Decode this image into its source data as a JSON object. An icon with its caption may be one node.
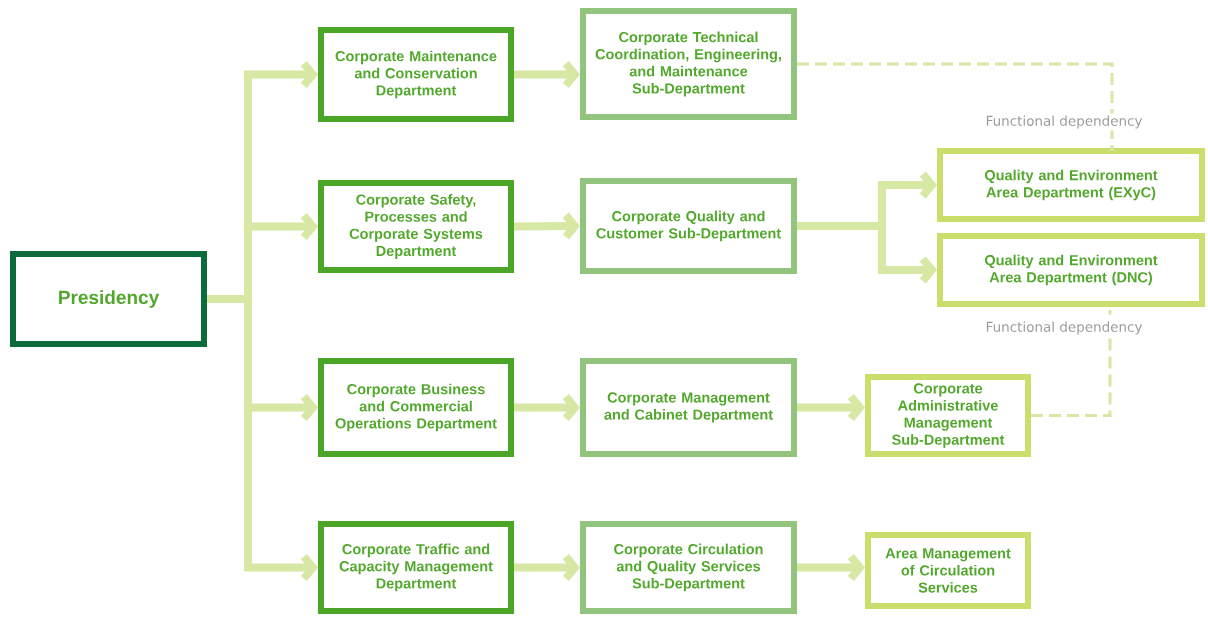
{
  "diagram": {
    "nodes": [
      {
        "text": [
          "Presidency"
        ]
      },
      {
        "text": [
          "Corporate Maintenance and Conservation Department"
        ]
      },
      {
        "text": [
          "Corporate Technical Coordination, Engineering, and Maintenance Sub-Department"
        ]
      },
      {
        "text": [
          "Corporate Safety, Processes and Corporate Systems Department"
        ]
      },
      {
        "text": [
          "Corporate Quality and Customer Sub-Department"
        ]
      },
      {
        "text": [
          "Quality and Environment Area Department (EXyC)"
        ]
      },
      {
        "text": [
          "Quality and Environment Area Department  (DNC)"
        ]
      },
      {
        "text": [
          "Corporate Business and Commercial Operations Department"
        ]
      },
      {
        "text": [
          "Corporate Management and Cabinet Department"
        ]
      },
      {
        "text": [
          "Corporate Administrative Management Sub-Department"
        ]
      },
      {
        "text": [
          "Corporate Traffic and Capacity Management Department"
        ]
      },
      {
        "text": [
          "Corporate Circulation and Quality Services Sub-Department"
        ]
      },
      {
        "text": [
          "Area Management of Circulation Services"
        ]
      }
    ],
    "edges": [
      {
        "from": 0,
        "to": 1,
        "arrow": "to"
      },
      {
        "from": 0,
        "to": 3,
        "arrow": "to"
      },
      {
        "from": 0,
        "to": 7,
        "arrow": "to"
      },
      {
        "from": 0,
        "to": 10,
        "arrow": "to"
      },
      {
        "from": 1,
        "to": 2,
        "arrow": "to"
      },
      {
        "from": 3,
        "to": 4,
        "arrow": "to"
      },
      {
        "from": 4,
        "to": 5,
        "arrow": "to"
      },
      {
        "from": 4,
        "to": 6,
        "arrow": "to"
      },
      {
        "from": 7,
        "to": 8,
        "arrow": "to"
      },
      {
        "from": 8,
        "to": 9,
        "arrow": "to"
      },
      {
        "from": 10,
        "to": 11,
        "arrow": "to"
      },
      {
        "from": 11,
        "to": 12,
        "arrow": "to"
      },
      {
        "from": 2,
        "to": 5,
        "arrow": "none",
        "style": "dashed",
        "label": "Functional dependency"
      },
      {
        "from": 9,
        "to": 6,
        "arrow": "none",
        "style": "dashed",
        "label": "Functional dependency"
      }
    ]
  }
}
